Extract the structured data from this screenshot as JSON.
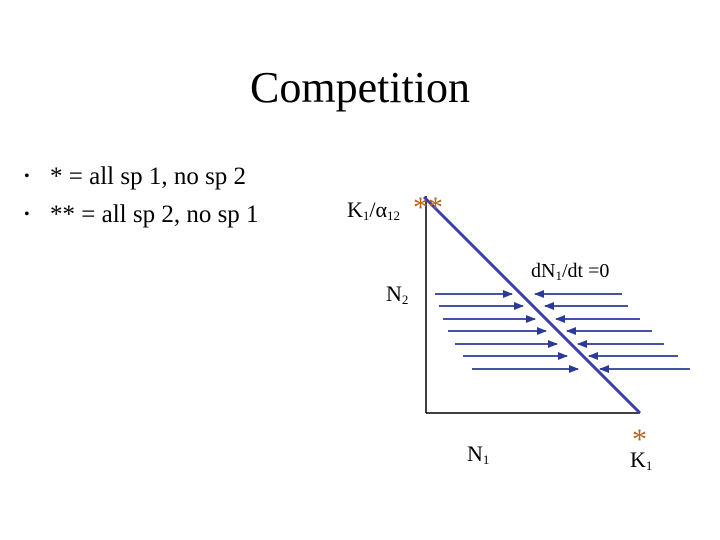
{
  "slide": {
    "title": "Competition",
    "bullets": [
      {
        "marker": "•",
        "text": "* = all sp 1, no sp 2"
      },
      {
        "marker": "•",
        "text": "** = all sp 2, no sp 1"
      }
    ]
  },
  "diagram": {
    "y_intercept": {
      "base": "K",
      "sub1": "1",
      "sep": "/α",
      "sub2": "12",
      "star": "**"
    },
    "x_intercept": {
      "base": "K",
      "sub": "1",
      "star": "*"
    },
    "isocline": {
      "base": "dN",
      "sub": "1",
      "rest": "/dt =0"
    },
    "x_axis": {
      "base": "N",
      "sub": "1"
    },
    "y_axis": {
      "base": "N",
      "sub": "2"
    },
    "colors": {
      "isocline": "#3b3fae",
      "arrows": "#2b3a9a",
      "stars": "#b8651c"
    }
  }
}
